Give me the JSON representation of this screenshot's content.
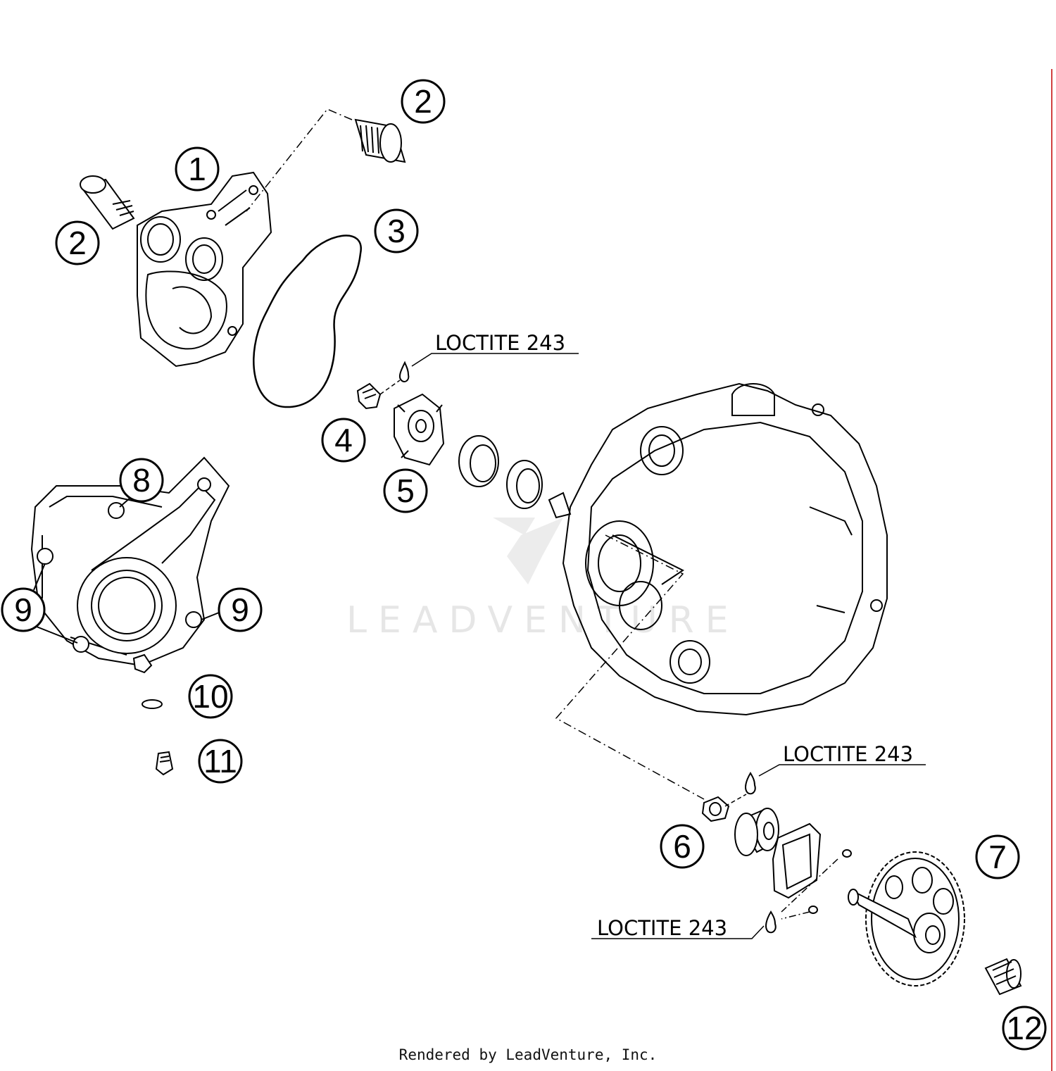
{
  "watermark_text": "LEADVENTURE",
  "footer_text": "Rendered by LeadVenture, Inc.",
  "notes": {
    "loctite_top": "LOCTITE 243",
    "loctite_middle": "LOCTITE 243",
    "loctite_bottom": "LOCTITE 243"
  },
  "callouts": {
    "c1": "1",
    "c2a": "2",
    "c2b": "2",
    "c3": "3",
    "c4": "4",
    "c5": "5",
    "c6": "6",
    "c7": "7",
    "c8": "8",
    "c9a": "9",
    "c9b": "9",
    "c10": "10",
    "c11": "11",
    "c12": "12"
  },
  "colors": {
    "line": "#000000",
    "border_right": "#d04040",
    "watermark": "#e6e6e6"
  }
}
